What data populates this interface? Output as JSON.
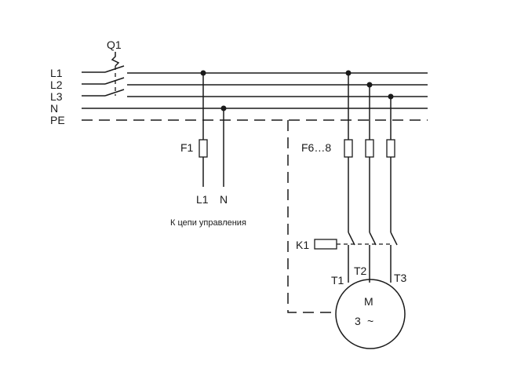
{
  "diagram": {
    "breaker_label": "Q1",
    "bus_labels": [
      "L1",
      "L2",
      "L3",
      "N",
      "PE"
    ],
    "control_fuse_label": "F1",
    "control_terminal_labels": [
      "L1",
      "N"
    ],
    "control_caption": "К цепи управления",
    "motor_fuses_label": "F6…8",
    "contactor_label": "K1",
    "motor_terminal_labels": [
      "T1",
      "T2",
      "T3"
    ],
    "motor_symbol": "M",
    "motor_phase_text": "3",
    "motor_phase_symbol": "~"
  }
}
